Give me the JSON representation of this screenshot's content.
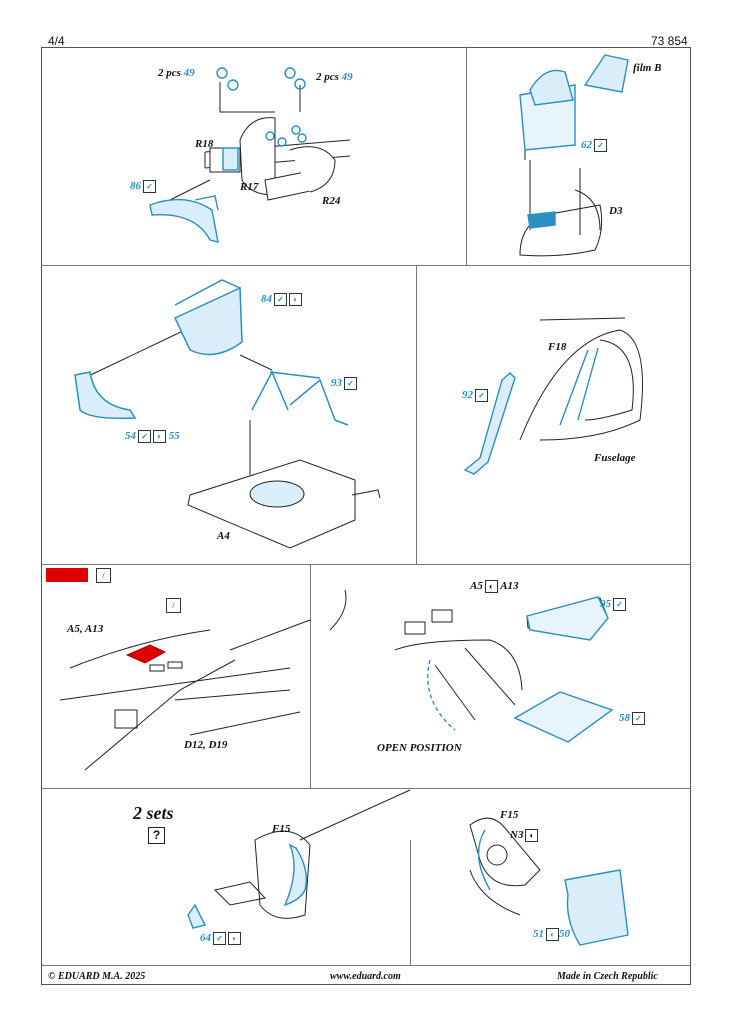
{
  "page": {
    "number": "4/4",
    "code": "73 854"
  },
  "panels": {
    "p1": {
      "pcs_left": "2 pcs",
      "pcs_right": "2 pcs",
      "part_49a": "49",
      "part_49b": "49",
      "r18": "R18",
      "r17": "R17",
      "r24": "R24",
      "part_86": "86"
    },
    "p2": {
      "film": "film B",
      "part_62": "62",
      "d3": "D3"
    },
    "p3": {
      "part_84": "84",
      "part_93": "93",
      "part_54": "54",
      "part_55": "55",
      "a4": "A4"
    },
    "p4": {
      "f18": "F18",
      "part_92": "92",
      "fuselage": "Fuselage"
    },
    "p5": {
      "a5a13": "A5, A13",
      "d12d19": "D12, D19"
    },
    "p6": {
      "a5": "A5",
      "a13": "A13",
      "part_95": "95",
      "part_58": "58",
      "open": "OPEN POSITION"
    },
    "p7": {
      "sets": "2 sets",
      "question": "?",
      "f15": "F15",
      "part_64": "64"
    },
    "p8": {
      "f15": "F15",
      "n3": "N3",
      "part_51": "51",
      "part_50": "50"
    }
  },
  "symbols": {
    "bend": "✓",
    "flip": "◐"
  },
  "colors": {
    "part_blue": "#2a8fc2",
    "highlight_red": "#e00000"
  },
  "footer": {
    "copyright": "© EDUARD  M.A. 2025",
    "url": "www.eduard.com",
    "made": "Made in Czech Republic"
  }
}
